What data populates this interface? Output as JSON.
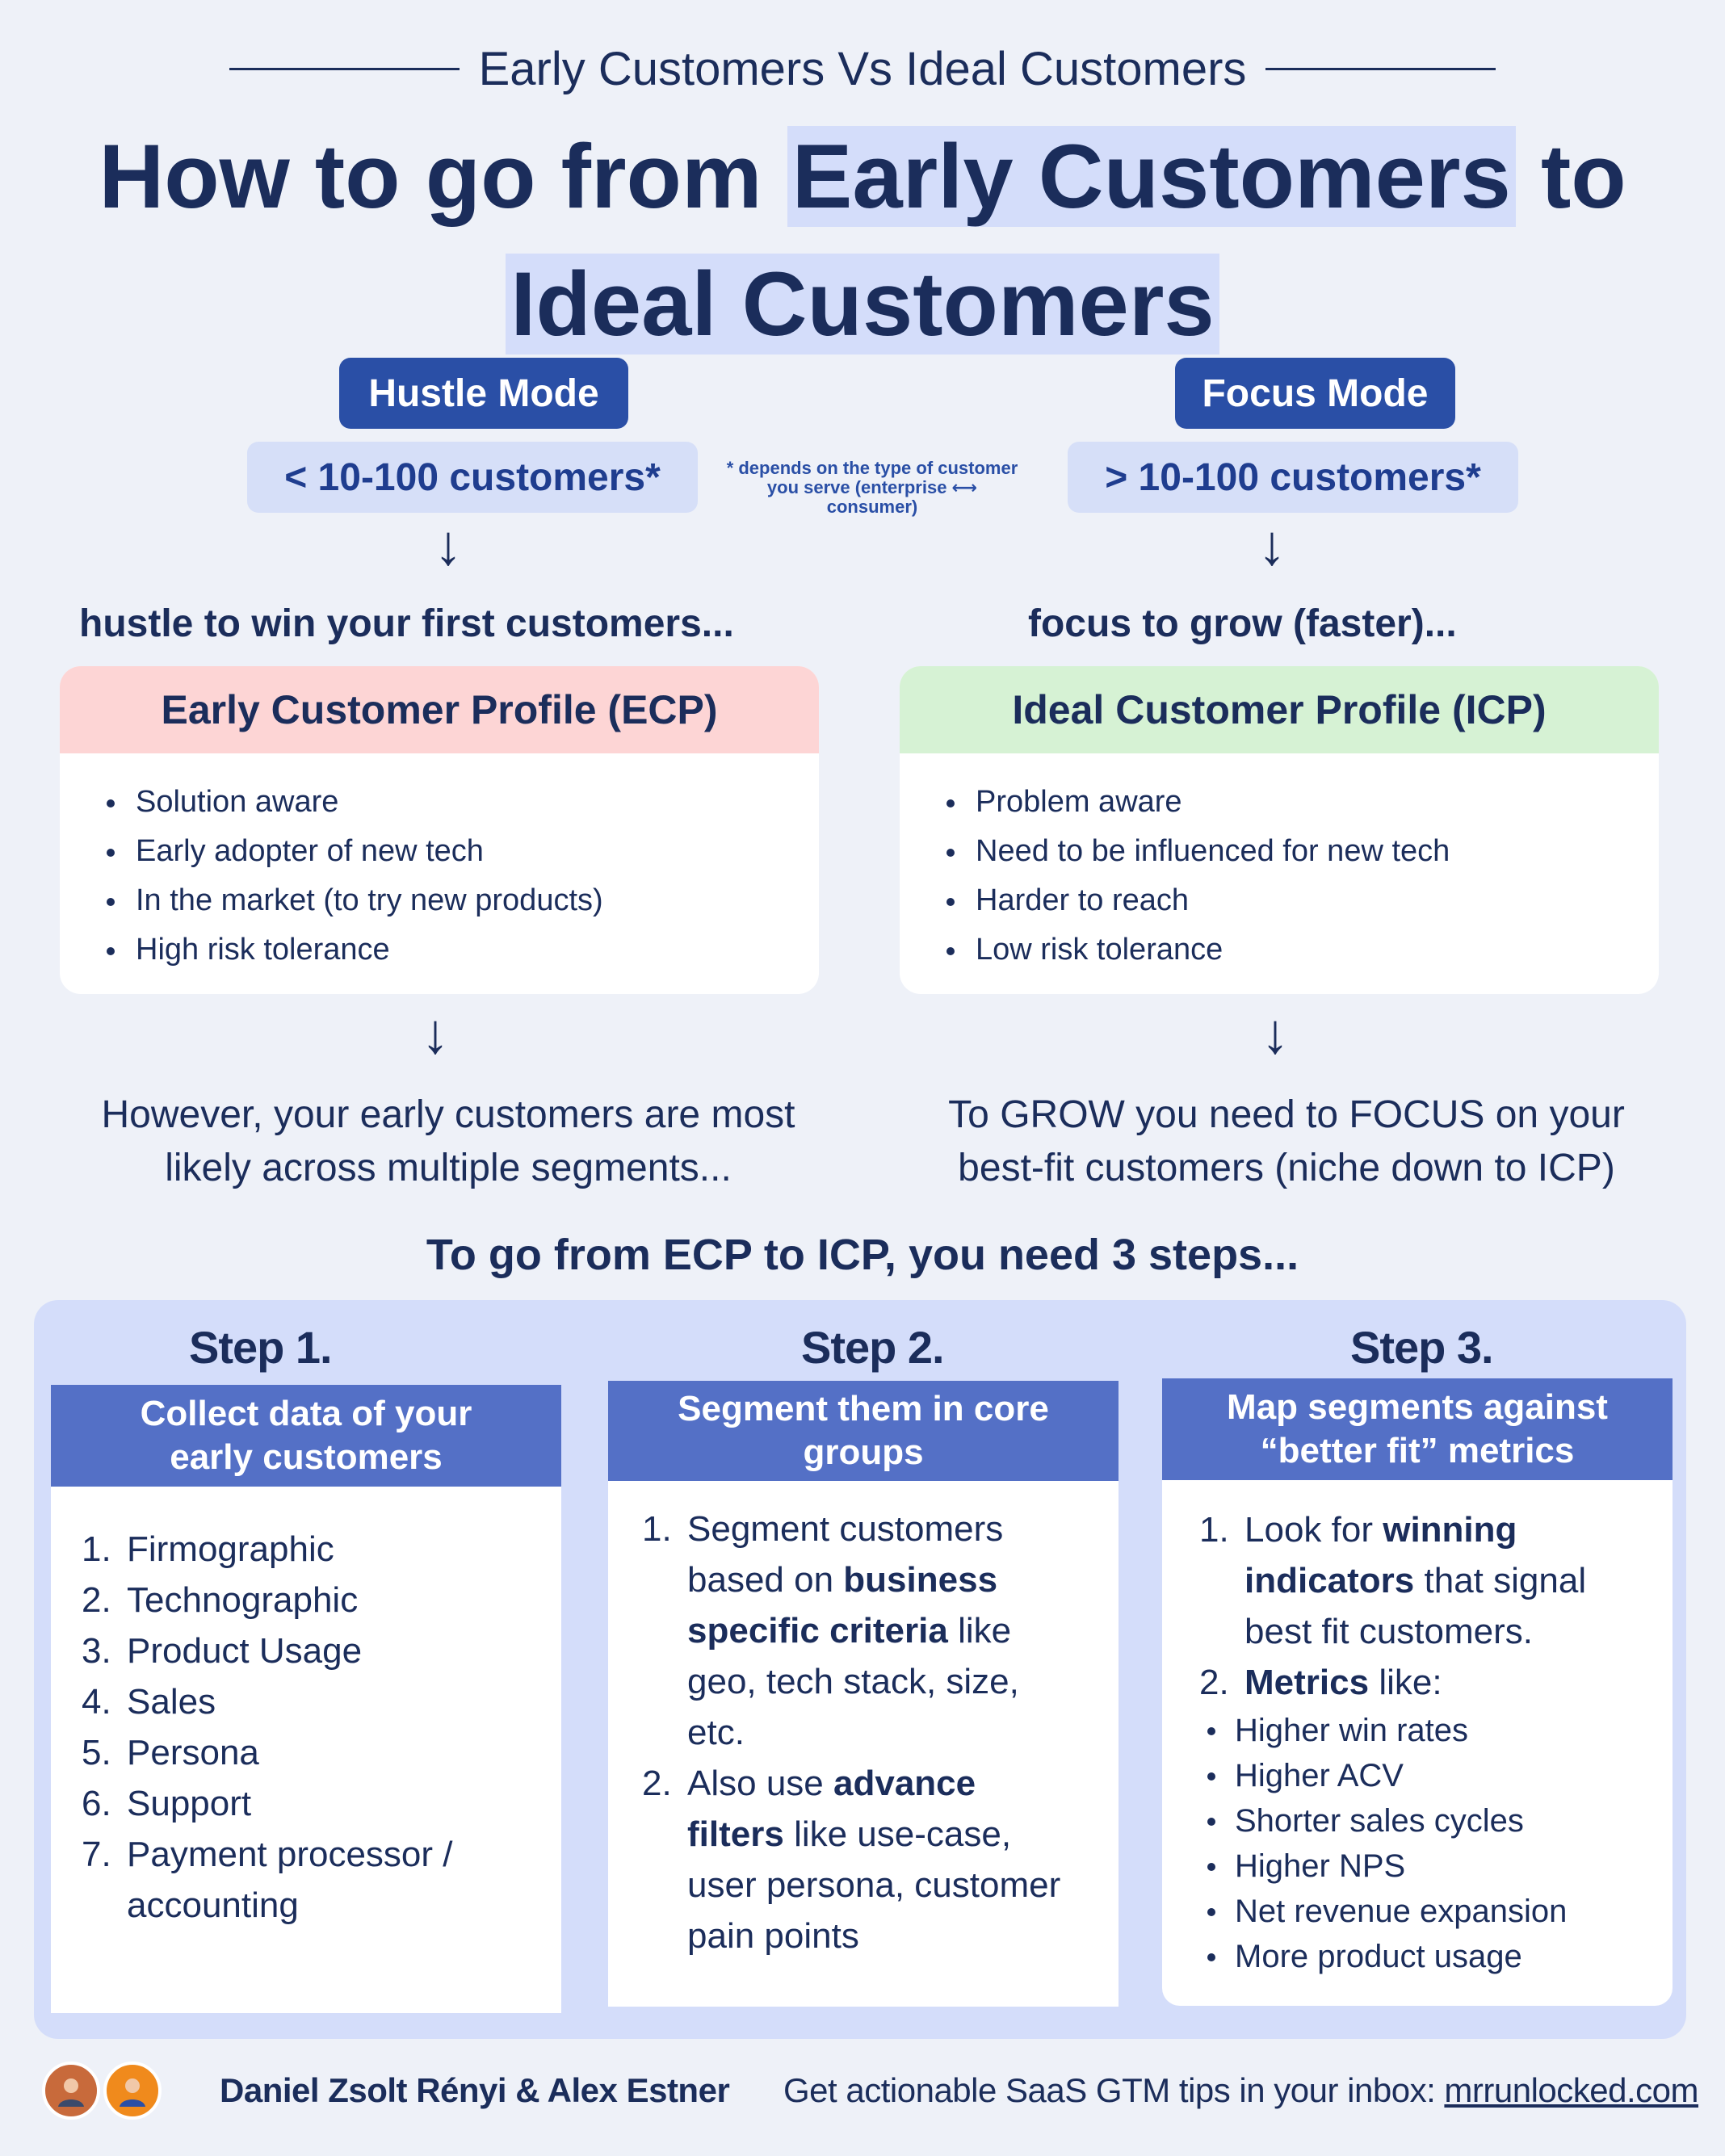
{
  "header": {
    "kicker": "Early Customers Vs Ideal Customers",
    "headline_part1": "How to go from",
    "headline_hl1": "Early Customers",
    "headline_part2": "to",
    "headline_hl2": "Ideal Customers"
  },
  "modes": {
    "hustle": {
      "label": "Hustle Mode",
      "count": "< 10-100 customers*",
      "lead": "hustle to win your first customers..."
    },
    "focus": {
      "label": "Focus Mode",
      "count": "> 10-100 customers*",
      "lead": "focus to grow (faster)..."
    },
    "note_line1": "* depends on the type of customer",
    "note_line2": "you serve (enterprise ⟷",
    "note_line3": "consumer)"
  },
  "ecp": {
    "title": "Early Customer Profile (ECP)",
    "items": [
      "Solution aware",
      "Early adopter of new tech",
      "In the market (to try new products)",
      "High risk tolerance"
    ],
    "consequence_line1": "However, your early customers are most",
    "consequence_line2": "likely across multiple segments..."
  },
  "icp": {
    "title": "Ideal Customer Profile (ICP)",
    "items": [
      "Problem aware",
      "Need to be influenced for new tech",
      "Harder to reach",
      "Low risk tolerance"
    ],
    "consequence_line1": "To GROW you need to FOCUS on your",
    "consequence_line2": "best-fit customers (niche down to ICP)"
  },
  "colors": {
    "ecp_header": "#fdd5d5",
    "icp_header": "#d6f2d4",
    "step_header": "#5470c6",
    "badge": "#2a4fa6"
  },
  "steps_title": "To go from ECP to ICP, you need 3 steps...",
  "step1": {
    "label": "Step 1.",
    "title_line1": "Collect data of your",
    "title_line2": "early customers",
    "items": [
      "Firmographic",
      "Technographic",
      "Product Usage",
      "Sales",
      "Persona",
      "Support",
      "Payment processor /",
      "accounting"
    ]
  },
  "step2": {
    "label": "Step 2.",
    "title_line1": "Segment them in core",
    "title_line2": "groups",
    "i1_a": "Segment customers",
    "i1_b": "based on",
    "i1_b_bold": "business",
    "i1_c_bold": "specific criteria",
    "i1_c": "like",
    "i1_d": "geo, tech stack, size,",
    "i1_e": "etc.",
    "i2_a": "Also use",
    "i2_a_bold": "advance",
    "i2_b_bold": "filters",
    "i2_b": "like use-case,",
    "i2_c": "user persona, customer",
    "i2_d": "pain points"
  },
  "step3": {
    "label": "Step 3.",
    "title_line1": "Map segments against",
    "title_line2": "“better fit” metrics",
    "i1_a": "Look for",
    "i1_a_bold": "winning",
    "i1_b_bold": "indicators",
    "i1_b": "that signal",
    "i1_c": "best fit customers.",
    "i2_bold": "Metrics",
    "i2": "like:",
    "bullets": [
      "Higher win rates",
      "Higher ACV",
      "Shorter sales cycles",
      "Higher NPS",
      "Net revenue expansion",
      "More product usage"
    ]
  },
  "footer": {
    "authors": "Daniel Zsolt Rényi & Alex Estner",
    "cta": "Get actionable SaaS GTM tips in your inbox:",
    "link": "mrrunlocked.com",
    "avatar_icons": [
      "person-avatar-icon",
      "person-avatar-icon"
    ]
  }
}
